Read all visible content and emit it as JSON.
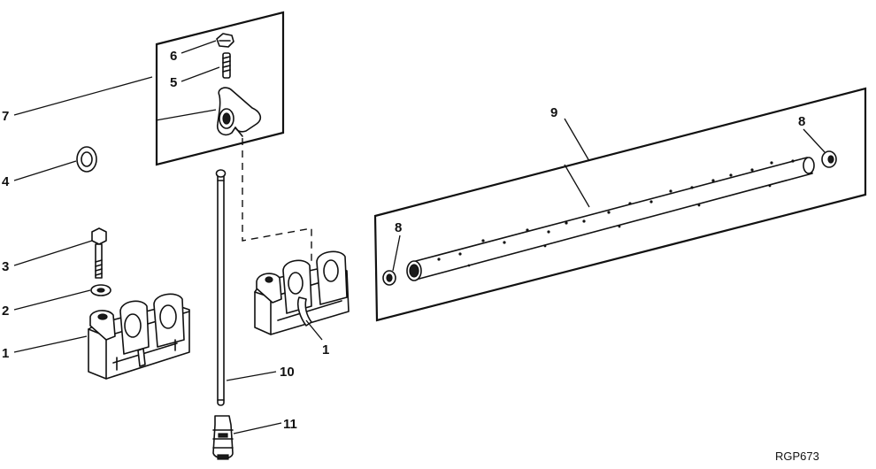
{
  "figure_code": "RGP673",
  "callouts": {
    "c1a": "1",
    "c1b": "1",
    "c2": "2",
    "c3": "3",
    "c4": "4",
    "c5": "5",
    "c6": "6",
    "c7": "7",
    "c8a": "8",
    "c8b": "8",
    "c9": "9",
    "c10": "10",
    "c11": "11"
  }
}
